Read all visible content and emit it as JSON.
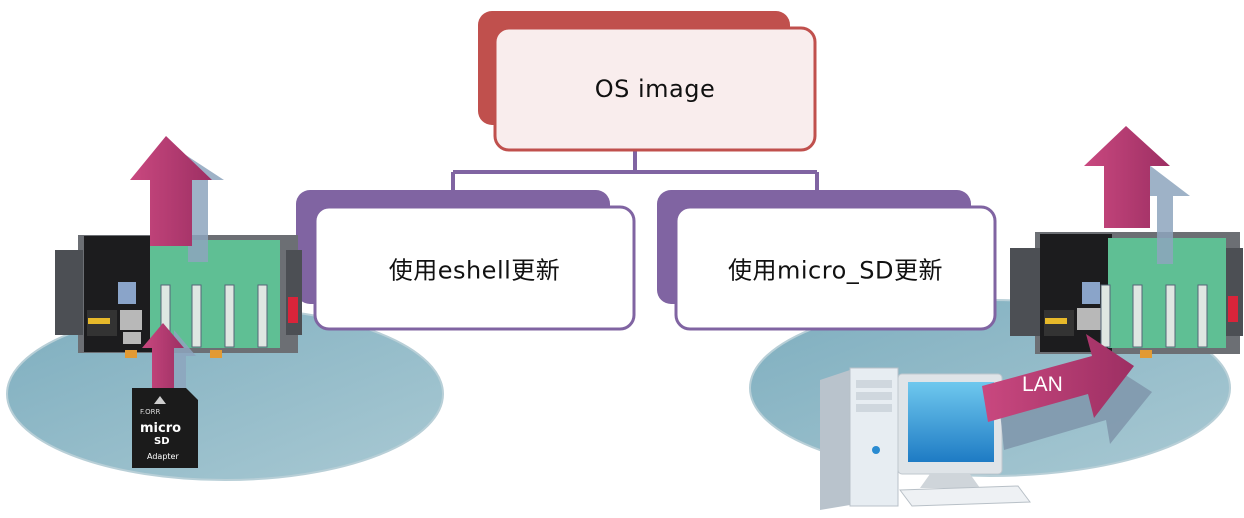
{
  "diagram": {
    "root": {
      "label": "OS image"
    },
    "children": [
      {
        "label": "使用eshell更新"
      },
      {
        "label": "使用micro_SD更新"
      }
    ],
    "lan_label": "LAN",
    "sd_card": {
      "brand": "F.ORR",
      "logo_top": "micro",
      "logo_bottom": "SD",
      "caption": "Adapter"
    }
  },
  "colors": {
    "root_fill": "#c0504d",
    "root_box": "#f9eded",
    "child_fill": "#8064a2",
    "child_box": "#ffffff",
    "connector": "#8064a2",
    "arrow": "#b53b73",
    "ground": "#8fb7c4",
    "board": "#5fbf94"
  }
}
